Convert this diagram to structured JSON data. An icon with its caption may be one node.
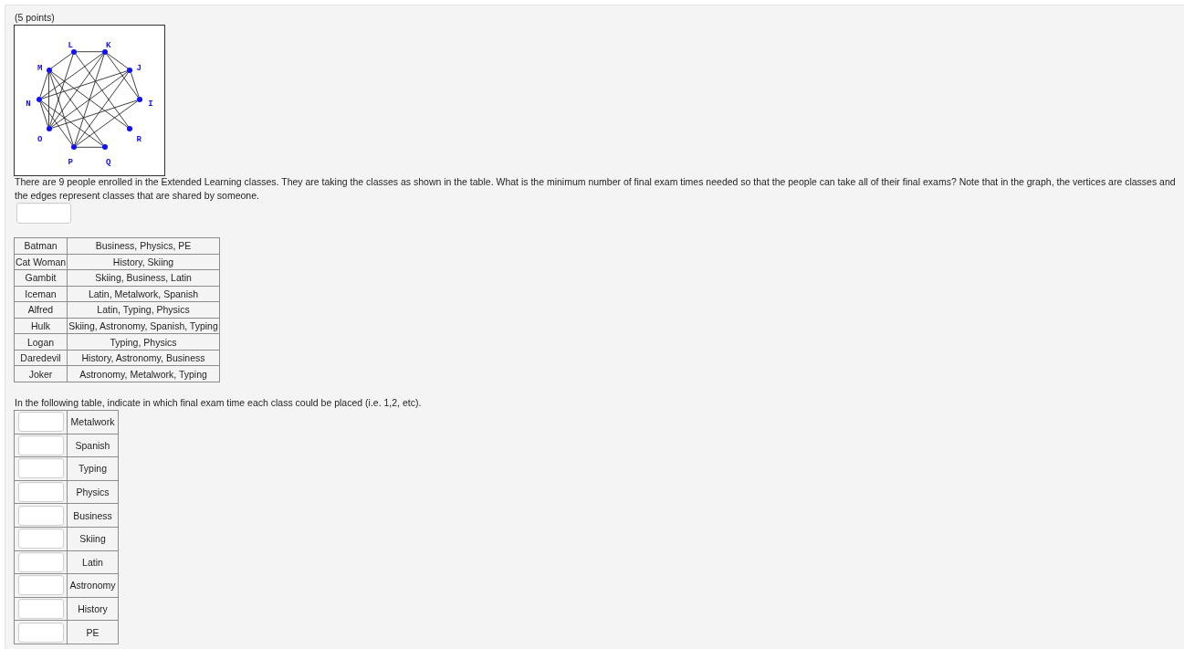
{
  "diagram": {
    "nodes": [
      {
        "text": [],
        "shape": "circle",
        "beside": [
          "L"
        ]
      },
      {
        "text": [],
        "shape": "circle",
        "beside": [
          "K"
        ]
      },
      {
        "text": [],
        "shape": "circle",
        "beside": [
          "J"
        ]
      },
      {
        "text": [],
        "shape": "circle",
        "beside": [
          "I"
        ]
      },
      {
        "text": [],
        "shape": "circle",
        "beside": [
          "R"
        ]
      },
      {
        "text": [],
        "shape": "circle",
        "beside": [
          "Q"
        ]
      },
      {
        "text": [],
        "shape": "circle",
        "beside": [
          "P"
        ]
      },
      {
        "text": [],
        "shape": "circle",
        "beside": [
          "O"
        ]
      },
      {
        "text": [],
        "shape": "circle",
        "beside": [
          "N"
        ]
      },
      {
        "text": [],
        "shape": "circle",
        "beside": [
          "M"
        ]
      }
    ],
    "edges": [
      {
        "from": 0,
        "to": 1,
        "arrow": "none"
      },
      {
        "from": 0,
        "to": 4,
        "arrow": "none"
      },
      {
        "from": 0,
        "to": 7,
        "arrow": "none"
      },
      {
        "from": 0,
        "to": 9,
        "arrow": "none"
      },
      {
        "from": 1,
        "to": 2,
        "arrow": "none"
      },
      {
        "from": 1,
        "to": 3,
        "arrow": "none"
      },
      {
        "from": 1,
        "to": 6,
        "arrow": "none"
      },
      {
        "from": 1,
        "to": 7,
        "arrow": "none"
      },
      {
        "from": 1,
        "to": 8,
        "arrow": "none"
      },
      {
        "from": 2,
        "to": 3,
        "arrow": "none"
      },
      {
        "from": 2,
        "to": 6,
        "arrow": "none"
      },
      {
        "from": 2,
        "to": 7,
        "arrow": "none"
      },
      {
        "from": 2,
        "to": 8,
        "arrow": "none"
      },
      {
        "from": 3,
        "to": 6,
        "arrow": "none"
      },
      {
        "from": 3,
        "to": 7,
        "arrow": "none"
      },
      {
        "from": 9,
        "to": 4,
        "arrow": "none"
      },
      {
        "from": 9,
        "to": 5,
        "arrow": "none"
      },
      {
        "from": 9,
        "to": 6,
        "arrow": "none"
      },
      {
        "from": 9,
        "to": 7,
        "arrow": "none"
      },
      {
        "from": 9,
        "to": 8,
        "arrow": "none"
      },
      {
        "from": 8,
        "to": 5,
        "arrow": "none"
      },
      {
        "from": 8,
        "to": 6,
        "arrow": "none"
      },
      {
        "from": 8,
        "to": 7,
        "arrow": "none"
      },
      {
        "from": 6,
        "to": 5,
        "arrow": "none"
      }
    ],
    "labels": [
      "(5 points)",
      "There are 9 people enrolled in the Extended Learning classes. They are taking the classes as shown in the table. What is the minimum number of final exam times needed so that the people can take all of their final exams? Note that in the graph, the vertices are classes and the edges represent classes that are shared by someone.",
      "Batman",
      "Business, Physics, PE",
      "Cat Woman",
      "History, Skiing",
      "Gambit",
      "Skiing, Business, Latin",
      "Iceman",
      "Latin, Metalwork, Spanish",
      "Alfred",
      "Latin, Typing, Physics",
      "Hulk",
      "Skiing, Astronomy, Spanish, Typing",
      "Logan",
      "Typing, Physics",
      "Daredevil",
      "History, Astronomy, Business",
      "Joker",
      "Astronomy, Metalwork, Typing",
      "In the following table, indicate in which final exam time each class could be placed (i.e. 1,2, etc).",
      "Metalwork",
      "Spanish",
      "Typing",
      "Physics",
      "Business",
      "Skiing",
      "Latin",
      "Astronomy",
      "History",
      "PE"
    ]
  }
}
